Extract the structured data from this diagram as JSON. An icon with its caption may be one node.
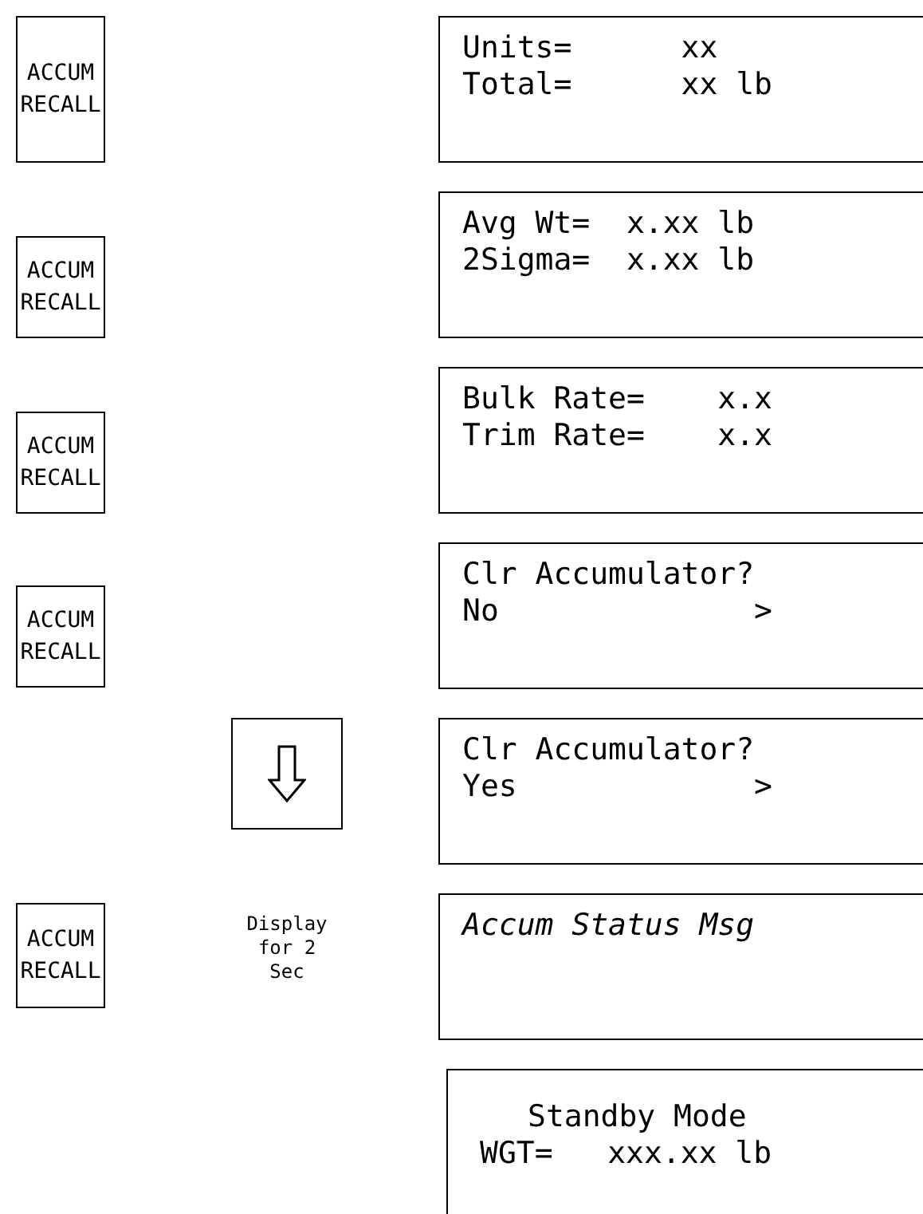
{
  "diagram": {
    "nodes": [
      {
        "text": [
          "ACCUM RECALL"
        ]
      },
      {
        "text": [
          "Units=      xx",
          "Total=      xx lb"
        ]
      },
      {
        "text": [
          "ACCUM RECALL"
        ]
      },
      {
        "text": [
          "Avg Wt=  x.xx lb",
          "2Sigma=  x.xx lb"
        ]
      },
      {
        "text": [
          "ACCUM RECALL"
        ]
      },
      {
        "text": [
          "Bulk Rate=    x.x",
          "Trim Rate=    x.x"
        ]
      },
      {
        "text": [
          "ACCUM RECALL"
        ]
      },
      {
        "text": [
          "Clr Accumulator?",
          "No              >"
        ]
      },
      {
        "text": [],
        "shape": "box"
      },
      {
        "text": [
          "Clr Accumulator?",
          "Yes             >"
        ]
      },
      {
        "text": [
          "ACCUM RECALL"
        ]
      },
      {
        "text": [
          "Accum Status Msg"
        ]
      },
      {
        "text": [
          "Standby Mode",
          "WGT=   xxx.xx lb"
        ]
      }
    ],
    "labels": [
      "Display for 2 Sec"
    ]
  }
}
